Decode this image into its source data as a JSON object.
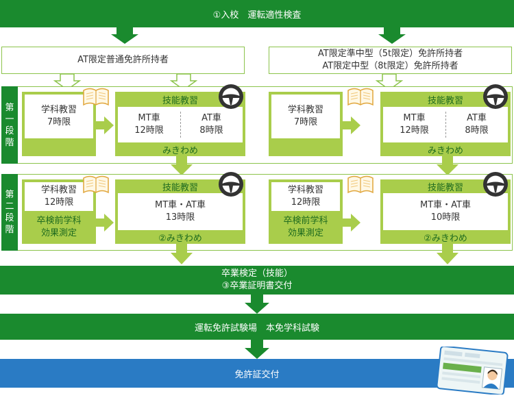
{
  "top_bar": "①入校　運転適性検査",
  "holder_left": "AT限定普通免許所持者",
  "holder_right": [
    "AT限定準中型（5t限定）免許所持者",
    "AT限定中型（8t限定）免許所持者"
  ],
  "stage1": {
    "label": [
      "第",
      "一",
      "段",
      "階"
    ],
    "left": {
      "gakka": [
        "学科教習",
        "7時限"
      ],
      "gino_title": "技能教習",
      "mt": [
        "MT車",
        "12時限"
      ],
      "at": [
        "AT車",
        "8時限"
      ],
      "footer": "みきわめ"
    },
    "right": {
      "gakka": [
        "学科教習",
        "7時限"
      ],
      "gino_title": "技能教習",
      "mt": [
        "MT車",
        "12時限"
      ],
      "at": [
        "AT車",
        "8時限"
      ],
      "footer": "みきわめ"
    }
  },
  "stage2": {
    "label": [
      "第",
      "二",
      "段",
      "階"
    ],
    "left": {
      "gakka": [
        "学科教習",
        "12時限"
      ],
      "test": [
        "卒検前学科",
        "効果測定"
      ],
      "gino_title": "技能教習",
      "body": [
        "MT車・AT車",
        "13時限"
      ],
      "footer": "②みきわめ"
    },
    "right": {
      "gakka": [
        "学科教習",
        "12時限"
      ],
      "test": [
        "卒検前学科",
        "効果測定"
      ],
      "gino_title": "技能教習",
      "body": [
        "MT車・AT車",
        "10時限"
      ],
      "footer": "②みきわめ"
    }
  },
  "graduation_bar": [
    "卒業検定（技能）",
    "③卒業証明書交付"
  ],
  "exam_bar": "運転免許試験場　本免学科試験",
  "license_bar": "免許証交付",
  "colors": {
    "dark_green": "#1a8a2e",
    "light_green": "#a9cd4b",
    "blue": "#2a7bc4"
  },
  "icons": [
    "steering-wheel-icon",
    "open-book-icon",
    "license-card-icon"
  ]
}
